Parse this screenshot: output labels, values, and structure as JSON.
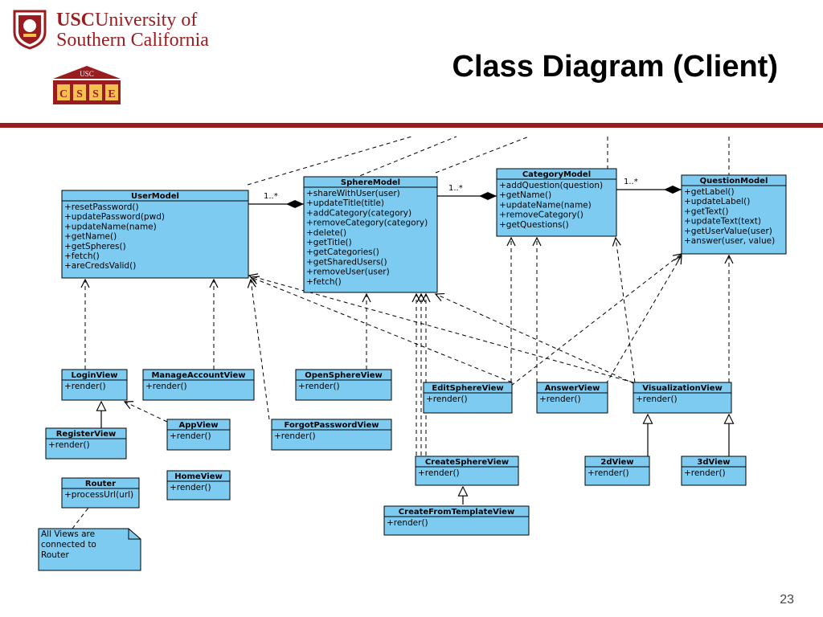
{
  "header": {
    "title": "Class Diagram (Client)",
    "page_number": "23",
    "university_line1_bold": "USC",
    "university_line1_rest": "University of",
    "university_line2": "Southern California",
    "badge_top": "USC",
    "badge_letters": [
      "C",
      "S",
      "S",
      "E"
    ],
    "accent_color": "#9b1c1f",
    "class_fill": "#7ecbf2"
  },
  "classes": {
    "user_model": {
      "name": "UserModel",
      "members": [
        "+resetPassword()",
        "+updatePassword(pwd)",
        "+updateName(name)",
        "+getName()",
        "+getSpheres()",
        "+fetch()",
        "+areCredsValid()"
      ]
    },
    "sphere_model": {
      "name": "SphereModel",
      "members": [
        "+shareWithUser(user)",
        "+updateTitle(title)",
        "+addCategory(category)",
        "+removeCategory(category)",
        "+delete()",
        "+getTitle()",
        "+getCategories()",
        "+getSharedUsers()",
        "+removeUser(user)",
        "+fetch()"
      ]
    },
    "category_model": {
      "name": "CategoryModel",
      "members": [
        "+addQuestion(question)",
        "+getName()",
        "+updateName(name)",
        "+removeCategory()",
        "+getQuestions()"
      ]
    },
    "question_model": {
      "name": "QuestionModel",
      "members": [
        "+getLabel()",
        "+updateLabel()",
        "+getText()",
        "+updateText(text)",
        "+getUserValue(user)",
        "+answer(user, value)"
      ]
    },
    "login_view": {
      "name": "LoginView",
      "members": [
        "+render()"
      ]
    },
    "manage_account_view": {
      "name": "ManageAccountView",
      "members": [
        "+render()"
      ]
    },
    "open_sphere_view": {
      "name": "OpenSphereView",
      "members": [
        "+render()"
      ]
    },
    "edit_sphere_view": {
      "name": "EditSphereView",
      "members": [
        "+render()"
      ]
    },
    "answer_view": {
      "name": "AnswerView",
      "members": [
        "+render()"
      ]
    },
    "visualization_view": {
      "name": "VisualizationView",
      "members": [
        "+render()"
      ]
    },
    "register_view": {
      "name": "RegisterView",
      "members": [
        "+render()"
      ]
    },
    "app_view": {
      "name": "AppView",
      "members": [
        "+render()"
      ]
    },
    "forgot_password_view": {
      "name": "ForgotPasswordView",
      "members": [
        "+render()"
      ]
    },
    "router": {
      "name": "Router",
      "members": [
        "+processUrl(url)"
      ]
    },
    "home_view": {
      "name": "HomeView",
      "members": [
        "+render()"
      ]
    },
    "create_sphere_view": {
      "name": "CreateSphereView",
      "members": [
        "+render()"
      ]
    },
    "create_from_template_view": {
      "name": "CreateFromTemplateView",
      "members": [
        "+render()"
      ]
    },
    "view_2d": {
      "name": "2dView",
      "members": [
        "+render()"
      ]
    },
    "view_3d": {
      "name": "3dView",
      "members": [
        "+render()"
      ]
    }
  },
  "note": {
    "lines": [
      "All Views are",
      "connected to",
      "Router"
    ]
  },
  "multiplicities": [
    "1..*",
    "1..*",
    "1..*"
  ]
}
